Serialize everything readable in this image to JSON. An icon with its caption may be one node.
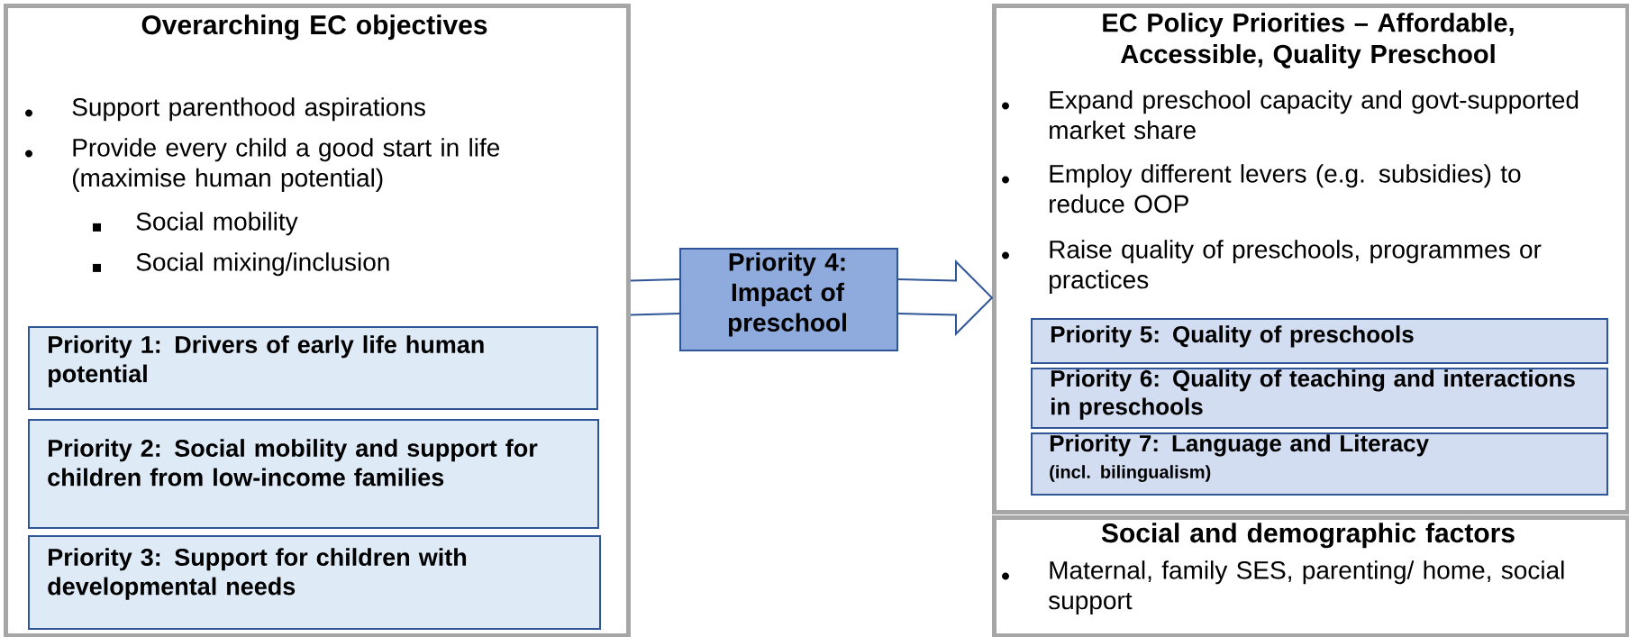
{
  "diagram": {
    "nodes": [
      {
        "text": [
          "Overarching EC objectives",
          "Support parenthood aspirations",
          "Provide every child a good start in life (maximise human potential)",
          "Social mobility",
          "Social mixing/inclusion"
        ]
      },
      {
        "text": [
          "Priority 1: Drivers of early life human potential"
        ],
        "in": 0
      },
      {
        "text": [
          "Priority 2: Social mobility and support for children from low-income families"
        ],
        "in": 0
      },
      {
        "text": [
          "Priority 3: Support for children with developmental needs"
        ],
        "in": 0
      },
      {
        "text": [
          "Priority 4: Impact of preschool"
        ]
      },
      {
        "text": [
          "EC Policy Priorities – Affordable, Accessible, Quality Preschool",
          "Expand preschool capacity and govt-supported market share",
          "Employ different levers (e.g. subsidies) to reduce OOP",
          "Raise quality of preschools, programmes or practices"
        ]
      },
      {
        "text": [
          "Priority 5: Quality of preschools"
        ],
        "in": 5
      },
      {
        "text": [
          "Priority 6: Quality of teaching and interactions in preschools"
        ],
        "in": 5
      },
      {
        "text": [
          "Priority 7: Language and Literacy",
          "(incl. bilingualism)"
        ],
        "in": 5
      },
      {
        "text": [
          "Social and demographic factors",
          "Maternal, family SES, parenting/ home, social support"
        ]
      }
    ],
    "edges": [
      {
        "from": 0,
        "to": 4,
        "arrow": "none"
      },
      {
        "from": 4,
        "to": 5,
        "arrow": "to"
      }
    ]
  }
}
